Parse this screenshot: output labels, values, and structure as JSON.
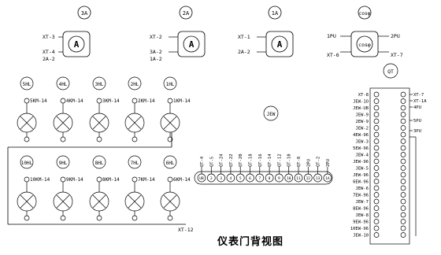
{
  "title": "仪表门背视图",
  "meters": [
    {
      "id": "3A",
      "symbol": "A",
      "wires": [
        "XT-3",
        "XT-4",
        "2A-2"
      ]
    },
    {
      "id": "2A",
      "symbol": "A",
      "wires": [
        "XT-2",
        "3A-2",
        "1A-2"
      ]
    },
    {
      "id": "1A",
      "symbol": "A",
      "wires": [
        "XT-1",
        "2A-2"
      ]
    },
    {
      "id": "cosφ",
      "symbol": "cosφ",
      "wires": [
        "1PU",
        "2PU",
        "XT-6",
        "XT-7"
      ]
    }
  ],
  "lamps_top": [
    {
      "id": "5HL",
      "wire": "5KM-14"
    },
    {
      "id": "4HL",
      "wire": "4KM-14"
    },
    {
      "id": "3HL",
      "wire": "3KM-14"
    },
    {
      "id": "2HL",
      "wire": "2KM-14"
    },
    {
      "id": "1HL",
      "wire": "1KM-14"
    }
  ],
  "lamps_bottom": [
    {
      "id": "10HL",
      "wire": "10KM-14"
    },
    {
      "id": "9HL",
      "wire": "9KM-14"
    },
    {
      "id": "8HL",
      "wire": "8KM-14"
    },
    {
      "id": "7HL",
      "wire": "7KM-14"
    },
    {
      "id": "6HL",
      "wire": "6KM-14"
    }
  ],
  "lamp_terminal_label": "XT-12",
  "jew": {
    "id": "JEW",
    "wires": [
      "QT-4",
      "QT-5",
      "QT-24",
      "QT-22",
      "QT-20",
      "QT-18",
      "QT-16",
      "QT-14",
      "QT-12",
      "QT-10",
      "QT-8",
      "2PU",
      "QT-2",
      "2PU"
    ],
    "terminals": [
      "UB",
      "2",
      "3",
      "4",
      "5",
      "6",
      "7",
      "8",
      "9",
      "10",
      "11",
      "12",
      "13",
      "1A"
    ]
  },
  "qt": {
    "id": "QT",
    "left_wires": [
      "XT-8",
      "JEW-1O",
      "JEW-UB",
      "JEW-9",
      "2EW-9",
      "JEW-2",
      "4EW-96",
      "JEW-3",
      "5EW-96",
      "JEW-4",
      "JEW-96",
      "JEW-5",
      "JEW-96",
      "6EW-96",
      "JEW-6",
      "7EW-96",
      "JEW-7",
      "8EW-96",
      "JEW-8",
      "9EW-96",
      "10EW-96",
      "JEW-10"
    ],
    "right_wires": [
      "XT-7",
      "XT-1A",
      "4PU",
      "5PU",
      "3PU"
    ]
  }
}
